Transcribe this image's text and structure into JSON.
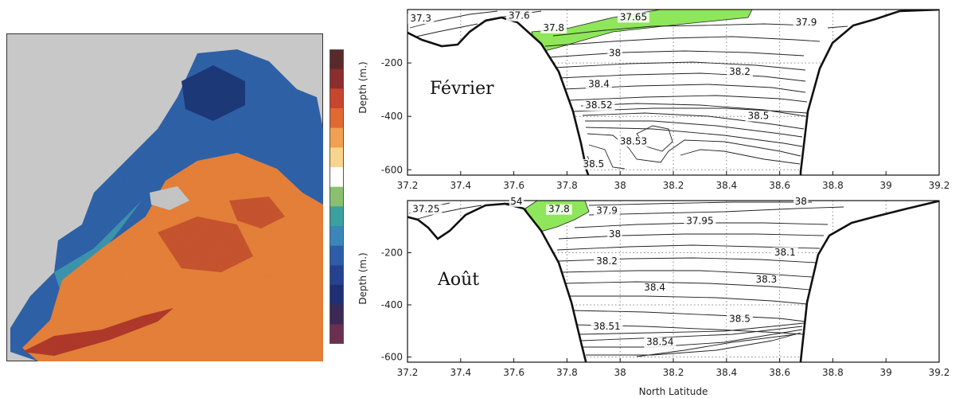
{
  "chart_data": [
    {
      "type": "image",
      "description_none": "",
      "colorbar_colors": [
        "#5a2a2a",
        "#8a2e2e",
        "#c8452e",
        "#e06a32",
        "#f0a050",
        "#f7d58c",
        "#ffffff",
        "#88c070",
        "#3aa0a0",
        "#3a86b8",
        "#2d5da8",
        "#24428f",
        "#1f2f75",
        "#3a2a55",
        "#6a3050"
      ]
    },
    {
      "type": "contour",
      "month_label": "Février",
      "xlabel": "",
      "ylabel": "Depth (m.)",
      "xlim": [
        37.2,
        39.2
      ],
      "ylim": [
        -620,
        0
      ],
      "x_ticks": [
        "37.2",
        "37.4",
        "37.6",
        "37.8",
        "38",
        "38.2",
        "38.4",
        "38.6",
        "38.8",
        "39",
        "39.2"
      ],
      "y_ticks": [
        "-200",
        "-400",
        "-600"
      ],
      "grid": true,
      "contour_labels": [
        {
          "text": "37.3",
          "x": 37.25,
          "y": -45
        },
        {
          "text": "37.6",
          "x": 37.62,
          "y": -35
        },
        {
          "text": "37.8",
          "x": 37.75,
          "y": -80
        },
        {
          "text": "37.65",
          "x": 38.05,
          "y": -40
        },
        {
          "text": "37.9",
          "x": 38.7,
          "y": -60
        },
        {
          "text": "38",
          "x": 37.98,
          "y": -175
        },
        {
          "text": "38.2",
          "x": 38.45,
          "y": -245
        },
        {
          "text": "38.4",
          "x": 37.92,
          "y": -290
        },
        {
          "text": "38.52",
          "x": 37.92,
          "y": -370
        },
        {
          "text": "38.5",
          "x": 38.52,
          "y": -410
        },
        {
          "text": "38.53",
          "x": 38.05,
          "y": -505
        },
        {
          "text": "38.5",
          "x": 37.9,
          "y": -590
        }
      ],
      "highlight_color": "#8ee65a"
    },
    {
      "type": "contour",
      "month_label": "Août",
      "xlabel": "North Latitude",
      "ylabel": "Depth (m.)",
      "xlim": [
        37.2,
        39.2
      ],
      "ylim": [
        -620,
        0
      ],
      "x_ticks": [
        "37.2",
        "37.4",
        "37.6",
        "37.8",
        "38",
        "38.2",
        "38.4",
        "38.6",
        "38.8",
        "39",
        "39.2"
      ],
      "y_ticks": [
        "-200",
        "-400",
        "-600"
      ],
      "grid": true,
      "contour_labels": [
        {
          "text": "37.25",
          "x": 37.27,
          "y": -45
        },
        {
          "text": "54",
          "x": 37.61,
          "y": -15
        },
        {
          "text": "37.8",
          "x": 37.77,
          "y": -45
        },
        {
          "text": "38",
          "x": 38.68,
          "y": -15
        },
        {
          "text": "37.9",
          "x": 37.95,
          "y": -50
        },
        {
          "text": "37.95",
          "x": 38.3,
          "y": -90
        },
        {
          "text": "38",
          "x": 37.98,
          "y": -140
        },
        {
          "text": "38.1",
          "x": 38.62,
          "y": -210
        },
        {
          "text": "38.2",
          "x": 37.95,
          "y": -245
        },
        {
          "text": "38.3",
          "x": 38.55,
          "y": -315
        },
        {
          "text": "38.4",
          "x": 38.13,
          "y": -345
        },
        {
          "text": "38.5",
          "x": 38.45,
          "y": -465
        },
        {
          "text": "38.51",
          "x": 37.95,
          "y": -495
        },
        {
          "text": "38.54",
          "x": 38.15,
          "y": -555
        }
      ],
      "highlight_color": "#8ee65a"
    }
  ]
}
